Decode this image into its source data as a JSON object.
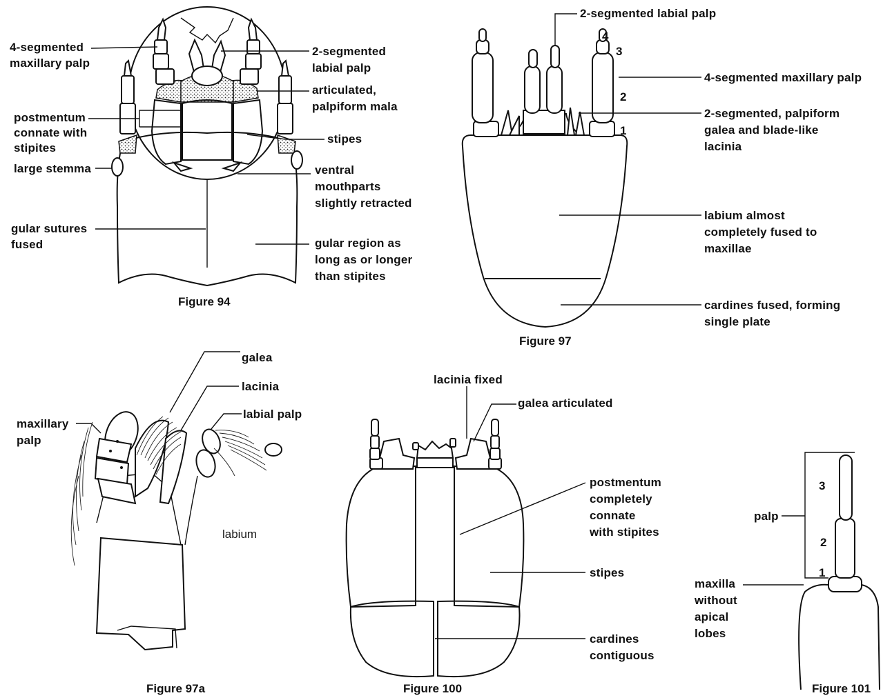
{
  "figures": {
    "fig94": {
      "caption": "Figure 94",
      "labels": {
        "maxillary_palp_l1": "4-segmented",
        "maxillary_palp_l2": "maxillary palp",
        "labial_palp_l1": "2-segmented",
        "labial_palp_l2": "labial palp",
        "mala_l1": "articulated,",
        "mala_l2": "palpiform mala",
        "postmentum_l1": "postmentum",
        "postmentum_l2": "connate with",
        "postmentum_l3": "stipites",
        "stipes": "stipes",
        "stemma": "large stemma",
        "ventral_l1": "ventral",
        "ventral_l2": "mouthparts",
        "ventral_l3": "slightly retracted",
        "gular_sutures_l1": "gular sutures",
        "gular_sutures_l2": "fused",
        "gular_region_l1": "gular region as",
        "gular_region_l2": "long as or longer",
        "gular_region_l3": "than stipites"
      }
    },
    "fig97": {
      "caption": "Figure 97",
      "labels": {
        "labial_palp": "2-segmented labial palp",
        "maxillary_palp": "4-segmented maxillary palp",
        "galea_l1": "2-segmented, palpiform",
        "galea_l2": "galea and blade-like",
        "galea_l3": "lacinia",
        "labium_l1": "labium almost",
        "labium_l2": "completely fused to",
        "labium_l3": "maxillae",
        "cardines_l1": "cardines fused, forming",
        "cardines_l2": "single plate"
      },
      "segment_numbers": [
        "4",
        "3",
        "2",
        "1"
      ]
    },
    "fig97a": {
      "caption": "Figure 97a",
      "labels": {
        "galea": "galea",
        "lacinia": "lacinia",
        "labial_palp": "labial palp",
        "maxillary_palp_l1": "maxillary",
        "maxillary_palp_l2": "palp",
        "labium": "labium"
      }
    },
    "fig100": {
      "caption": "Figure 100",
      "labels": {
        "lacinia_fixed": "lacinia fixed",
        "galea_articulated": "galea articulated",
        "postmentum_l1": "postmentum",
        "postmentum_l2": "completely",
        "postmentum_l3": "connate",
        "postmentum_l4": "with stipites",
        "stipes": "stipes",
        "cardines_l1": "cardines",
        "cardines_l2": "contiguous"
      }
    },
    "fig101": {
      "caption": "Figure 101",
      "labels": {
        "palp": "palp",
        "maxilla_l1": "maxilla",
        "maxilla_l2": "without",
        "maxilla_l3": "apical",
        "maxilla_l4": "lobes"
      },
      "segment_numbers": [
        "3",
        "2",
        "1"
      ]
    }
  }
}
